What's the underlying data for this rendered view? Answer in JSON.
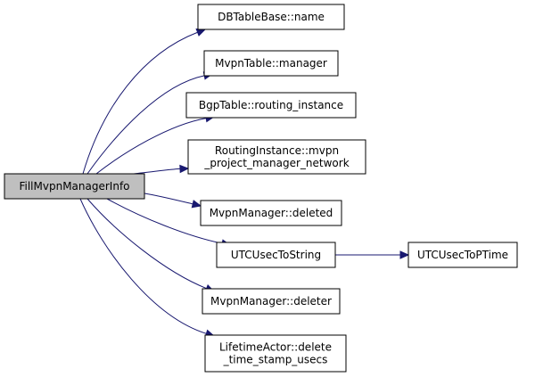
{
  "nodes": [
    {
      "id": "root",
      "lines": [
        "FillMvpnManagerInfo"
      ],
      "root": true
    },
    {
      "id": "n1",
      "lines": [
        "DBTableBase::name"
      ]
    },
    {
      "id": "n2",
      "lines": [
        "MvpnTable::manager"
      ]
    },
    {
      "id": "n3",
      "lines": [
        "BgpTable::routing_instance"
      ]
    },
    {
      "id": "n4",
      "lines": [
        "RoutingInstance::mvpn",
        "_project_manager_network"
      ]
    },
    {
      "id": "n5",
      "lines": [
        "MvpnManager::deleted"
      ]
    },
    {
      "id": "n6",
      "lines": [
        "UTCUsecToString"
      ]
    },
    {
      "id": "n7",
      "lines": [
        "MvpnManager::deleter"
      ]
    },
    {
      "id": "n8",
      "lines": [
        "LifetimeActor::delete",
        "_time_stamp_usecs"
      ]
    },
    {
      "id": "n9",
      "lines": [
        "UTCUsecToPTime"
      ]
    }
  ],
  "edges": [
    {
      "from": "root",
      "to": "n1"
    },
    {
      "from": "root",
      "to": "n2"
    },
    {
      "from": "root",
      "to": "n3"
    },
    {
      "from": "root",
      "to": "n4"
    },
    {
      "from": "root",
      "to": "n5"
    },
    {
      "from": "root",
      "to": "n6"
    },
    {
      "from": "root",
      "to": "n7"
    },
    {
      "from": "root",
      "to": "n8"
    },
    {
      "from": "n6",
      "to": "n9"
    }
  ],
  "colors": {
    "edge": "#191970",
    "root_fill": "#bfbfbf",
    "node_fill": "#ffffff",
    "border": "#000000"
  }
}
